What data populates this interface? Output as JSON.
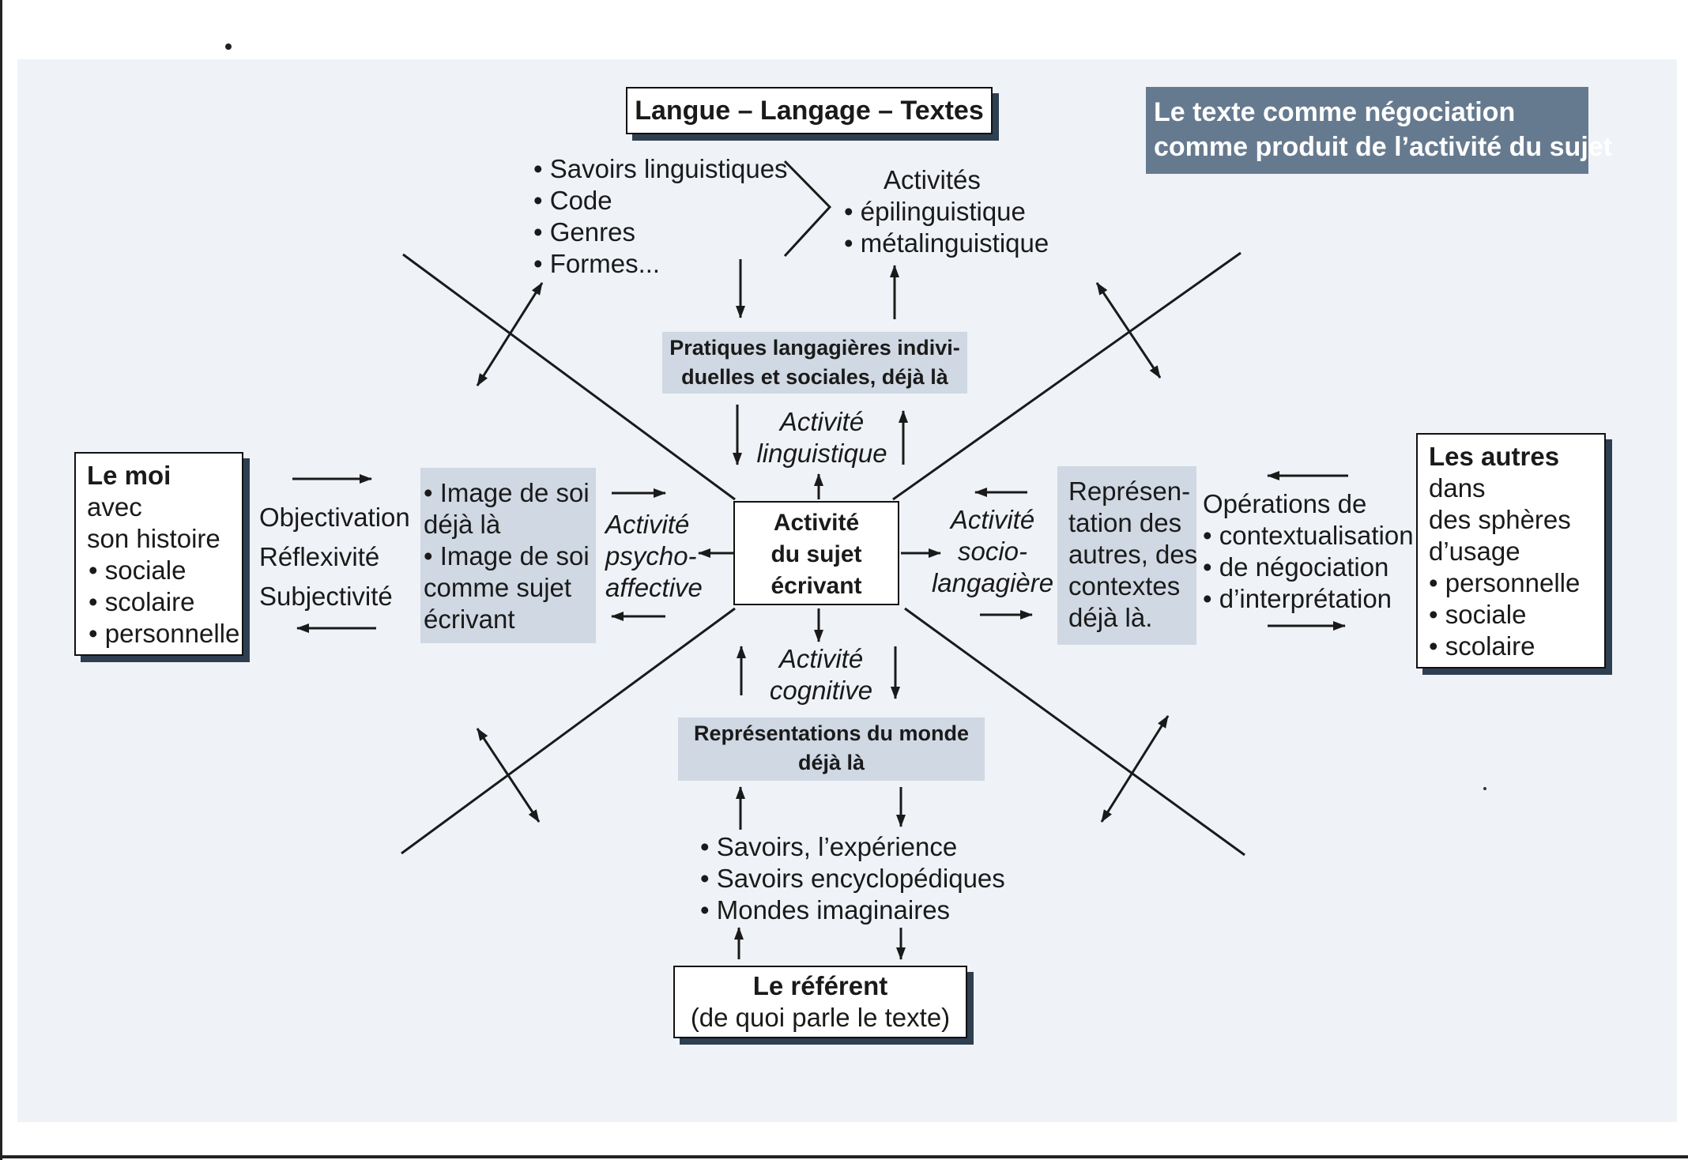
{
  "banner": {
    "line1": "Le texte comme négociation",
    "line2": "comme produit de l’activité du sujet"
  },
  "top_box": {
    "title": "Langue – Langage – Textes"
  },
  "top_list": {
    "items": [
      "Savoirs linguistiques",
      "Code",
      "Genres",
      "Formes..."
    ]
  },
  "activities": {
    "title": "Activités",
    "items": [
      "épilinguistique",
      "métalinguistique"
    ]
  },
  "pratiques": {
    "line1": "Pratiques langagières indivi-",
    "line2": "duelles et sociales, déjà là"
  },
  "activite_linguistique": {
    "line1": "Activité",
    "line2": "linguistique"
  },
  "center": {
    "line1": "Activité",
    "line2": "du sujet",
    "line3": "écrivant"
  },
  "activite_cognitive": {
    "line1": "Activité",
    "line2": "cognitive"
  },
  "representations_monde": {
    "line1": "Représentations du monde",
    "line2": "déjà là"
  },
  "bottom_list": {
    "items": [
      "Savoirs, l’expérience",
      "Savoirs encyclopédiques",
      "Mondes imaginaires"
    ]
  },
  "referent": {
    "title": "Le référent",
    "subtitle": "(de quoi parle le texte)"
  },
  "moi_box": {
    "line1": "Le moi",
    "line2": "avec",
    "line3": "son histoire",
    "items": [
      "sociale",
      "scolaire",
      "personnelle"
    ]
  },
  "objectivation": {
    "items": [
      "Objectivation",
      "Réflexivité",
      "Subjectivité"
    ]
  },
  "image_soi": {
    "item1_line1": "Image de soi",
    "item1_line2": "déjà là",
    "item2_line1": "Image de soi",
    "item2_line2": "comme sujet",
    "item2_line3": "écrivant"
  },
  "activite_psycho": {
    "line1": "Activité",
    "line2": "psycho-",
    "line3": "affective"
  },
  "activite_socio": {
    "line1": "Activité",
    "line2": "socio-",
    "line3": "langagière"
  },
  "representation_autres": {
    "line1": "Représen-",
    "line2": "tation des",
    "line3": "autres, des",
    "line4": "contextes",
    "line5": "déjà là."
  },
  "operations": {
    "title": "Opérations de",
    "items": [
      "contextualisation",
      "de négociation",
      "d’interprétation"
    ]
  },
  "autres_box": {
    "line1": "Les autres",
    "line2": "dans",
    "line3": "des sphères",
    "line4": "d’usage",
    "items": [
      "personnelle",
      "sociale",
      "scolaire"
    ]
  },
  "colors": {
    "background": "#eff2f7",
    "shade": "#cfd8e3",
    "banner": "#667a8f",
    "shadow": "#2f3f52",
    "ink": "#1a1a1a"
  }
}
